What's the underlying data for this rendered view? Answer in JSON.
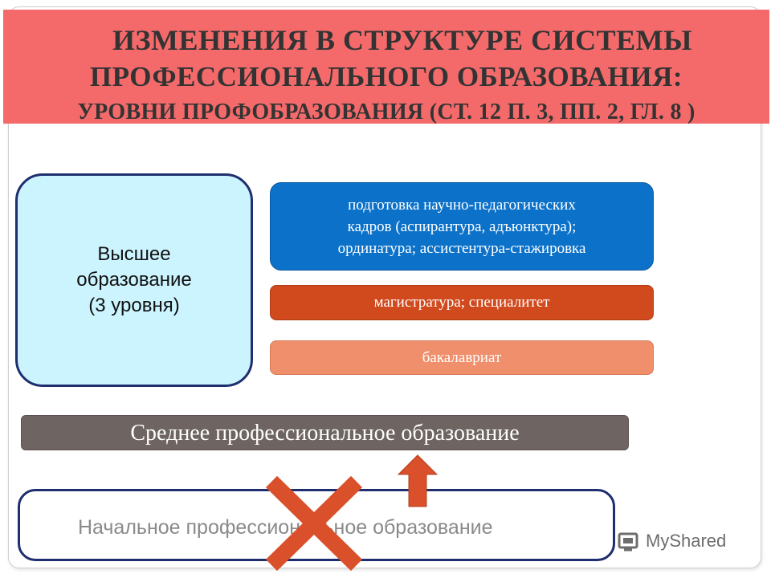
{
  "title": {
    "line1": "ИЗМЕНЕНИЯ В СТРУКТУРЕ СИСТЕМЫ",
    "line2": "ПРОФЕССИОНАЛЬНОГО ОБРАЗОВАНИЯ:",
    "line3": "УРОВНИ ПРОФОБРАЗОВАНИЯ (СТ. 12 П. 3, ПП. 2, ГЛ. 8 )"
  },
  "higher_education": {
    "lines": [
      "Высшее",
      "образование",
      "(3 уровня)"
    ]
  },
  "levels": {
    "postgrad_lines": [
      "подготовка научно-педагогических",
      "кадров (аспирантура, адъюнктура);",
      "ординатура;  ассистентура-стажировка"
    ],
    "master": "магистратура;  специалитет",
    "bachelor": "бакалавриат"
  },
  "secondary": {
    "label": "Среднее профессиональное образование"
  },
  "primary": {
    "label": "Начальное профессиональное образование"
  },
  "colors": {
    "banner": "#f46a6a",
    "postgrad": "#0c72c9",
    "master": "#d14a1e",
    "bachelor": "#f08f6c",
    "secondary": "#6e6462",
    "cross": "#d9502a",
    "arrow": "#d9502a"
  },
  "watermark": {
    "text": "MyShared",
    "icon": "myshared-logo-icon"
  }
}
